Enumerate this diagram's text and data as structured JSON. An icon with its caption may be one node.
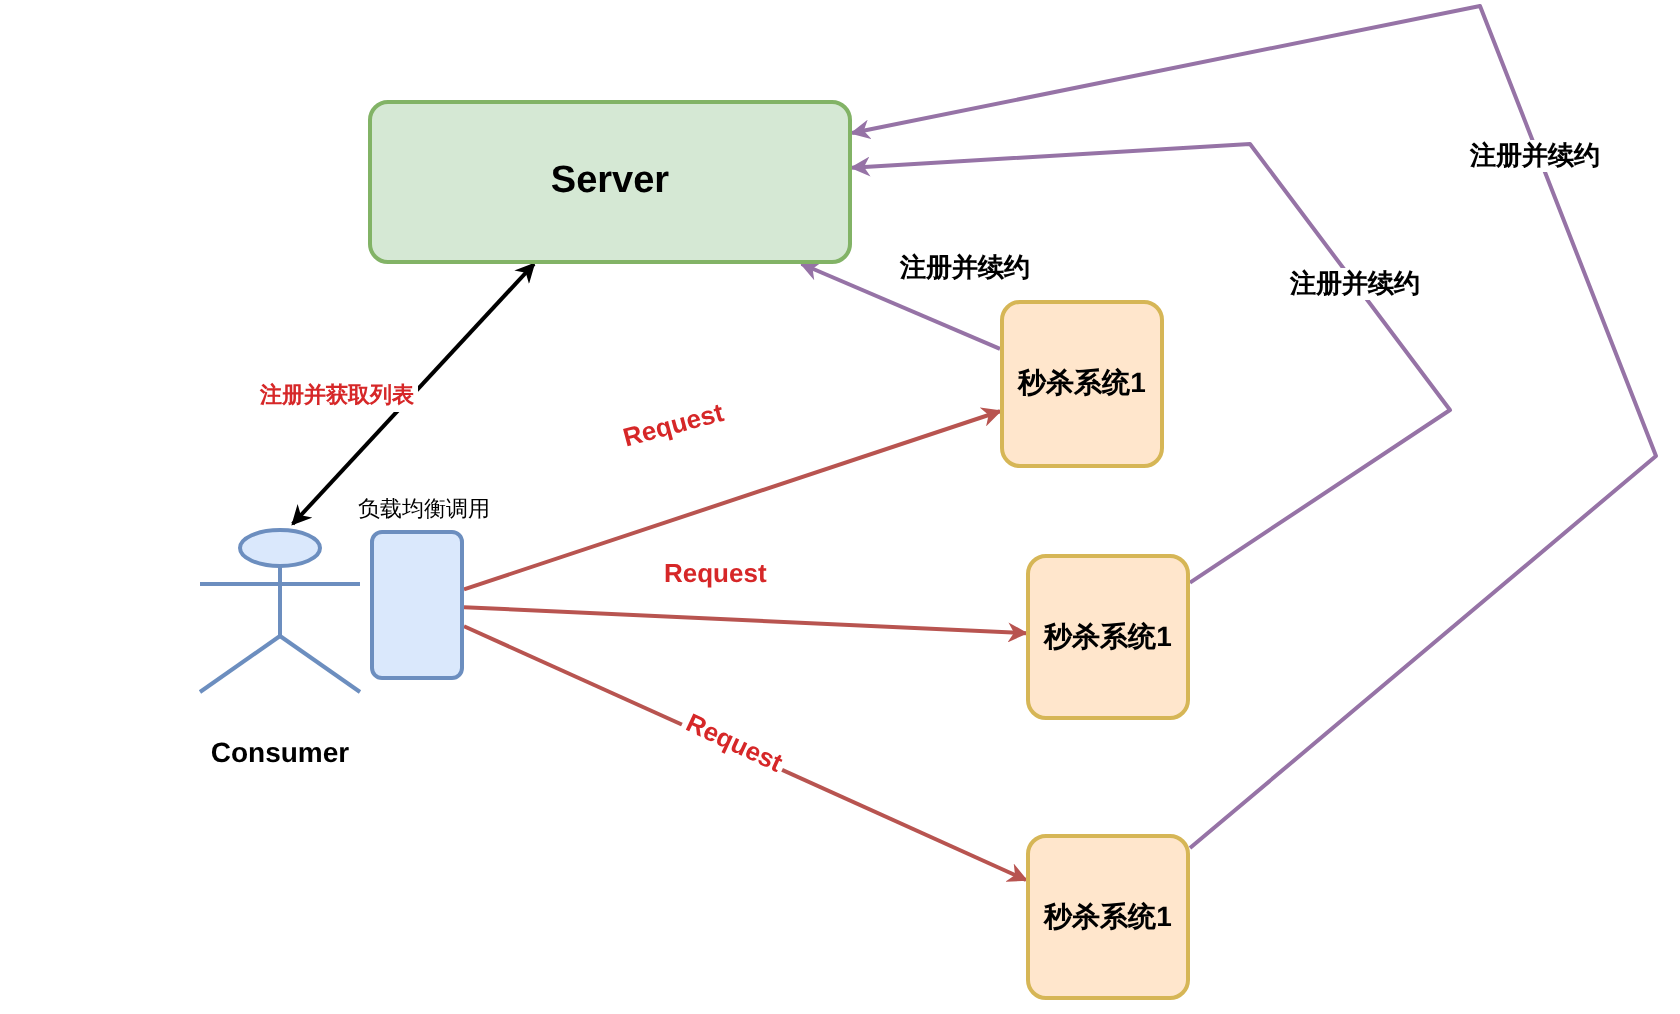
{
  "diagram": {
    "nodes": [
      {
        "text": [
          "Server"
        ]
      },
      {
        "text": [
          "Consumer"
        ]
      },
      {
        "text": [],
        "shape": "box",
        "beside": [
          "负载均衡调用"
        ]
      },
      {
        "text": [
          "秒杀系统1"
        ]
      },
      {
        "text": [
          "秒杀系统1"
        ]
      },
      {
        "text": [
          "秒杀系统1"
        ]
      }
    ],
    "edges": [
      {
        "from": 0,
        "to": 1,
        "arrow": "both",
        "label": "注册并获取列表",
        "color": "#000000"
      },
      {
        "from": 2,
        "to": 3,
        "arrow": "to",
        "label": "Request",
        "color": "#b85450"
      },
      {
        "from": 2,
        "to": 4,
        "arrow": "to",
        "label": "Request",
        "color": "#b85450"
      },
      {
        "from": 2,
        "to": 5,
        "arrow": "to",
        "label": "Request",
        "color": "#b85450"
      },
      {
        "from": 3,
        "to": 0,
        "arrow": "to",
        "label": "注册并续约",
        "color": "#9673a6"
      },
      {
        "from": 4,
        "to": 0,
        "arrow": "to",
        "label": "注册并续约",
        "color": "#9673a6"
      },
      {
        "from": 5,
        "to": 0,
        "arrow": "to",
        "label": "注册并续约",
        "color": "#9673a6"
      }
    ]
  }
}
